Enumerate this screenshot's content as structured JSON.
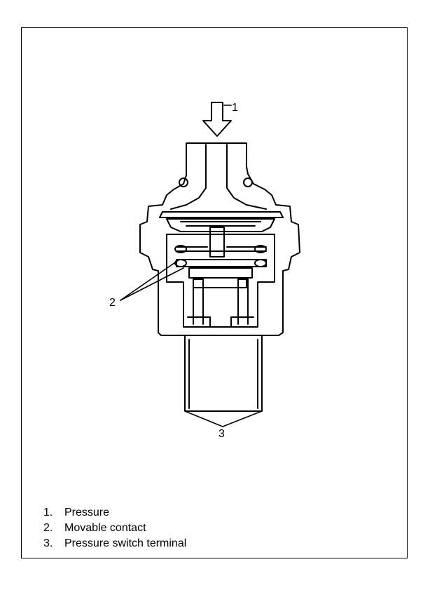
{
  "callouts": {
    "c1": "1",
    "c2": "2",
    "c3": "3"
  },
  "legend": [
    {
      "num": "1.",
      "text": "Pressure"
    },
    {
      "num": "2.",
      "text": "Movable contact"
    },
    {
      "num": "3.",
      "text": "Pressure switch terminal"
    }
  ]
}
